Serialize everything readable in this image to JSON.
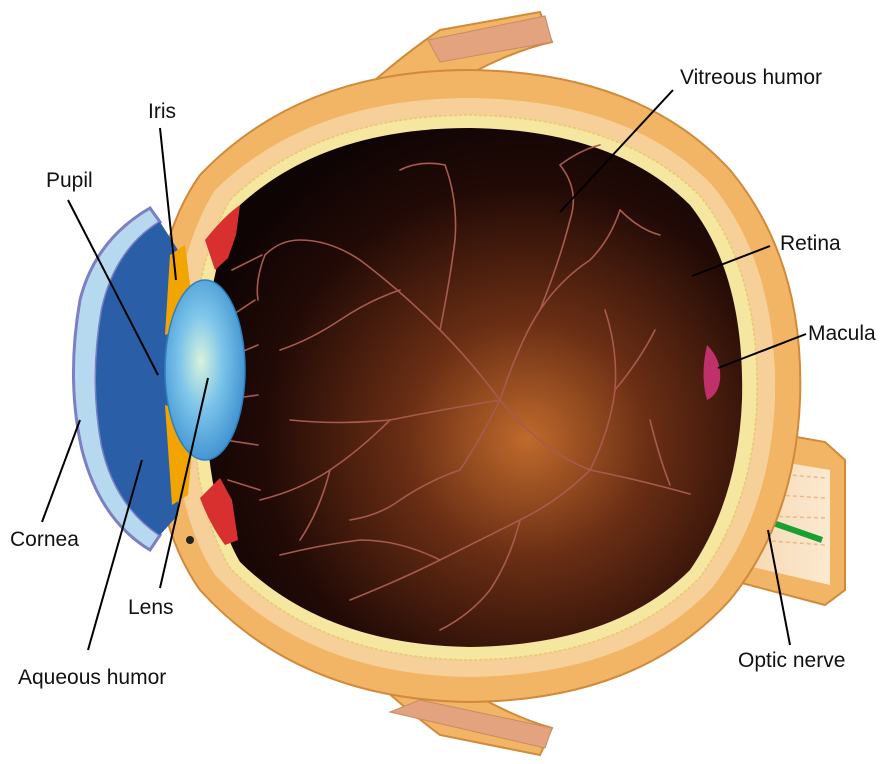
{
  "labels": {
    "iris": "Iris",
    "pupil": "Pupil",
    "cornea": "Cornea",
    "lens": "Lens",
    "aqueous_humor": "Aqueous humor",
    "vitreous_humor": "Vitreous humor",
    "retina": "Retina",
    "macula": "Macula",
    "optic_nerve": "Optic nerve"
  },
  "colors": {
    "sclera": "#f2b465",
    "sclera_inner": "#f6c98c",
    "retina_stripe": "#f5e6a0",
    "interior": "#120505",
    "interior_glow": "#b5652a",
    "blood_vessels": "#a85a4e",
    "cornea": "#b7d9ef",
    "aqueous": "#2a5fa8",
    "lens": "#7cc4ea",
    "iris": "#f2a400",
    "ciliary": "#d8302e",
    "optic_nerve_fiber": "#f6dab3",
    "central_artery": "#19a032",
    "macula": "#c0306a",
    "muscle": "#e3a37f"
  }
}
